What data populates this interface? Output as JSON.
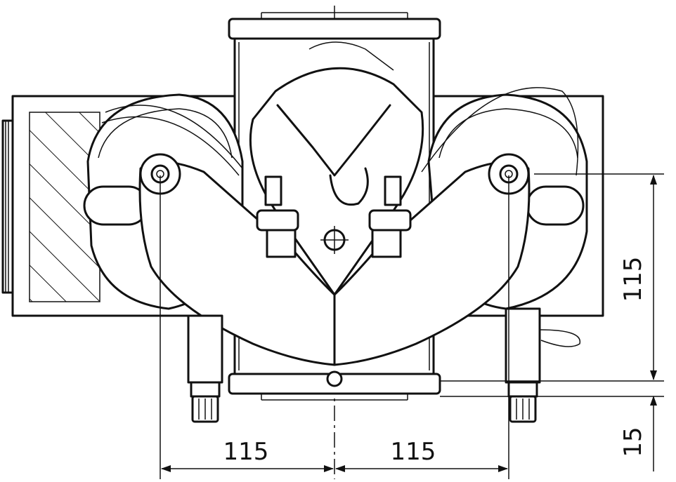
{
  "drawing": {
    "dimensions": {
      "horizontal_left": "115",
      "horizontal_right": "115",
      "vertical_upper": "115",
      "vertical_lower": "15"
    }
  }
}
